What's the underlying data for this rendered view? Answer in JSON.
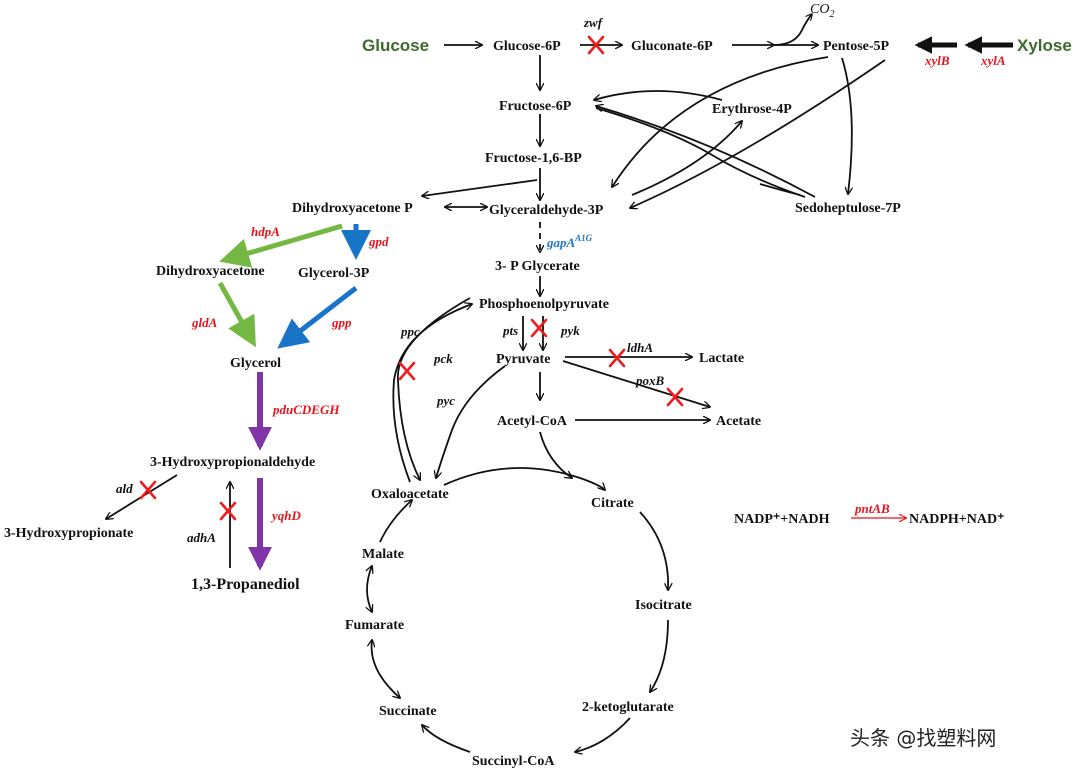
{
  "metabolites": {
    "glucose": "Glucose",
    "xylose": "Xylose",
    "glucose_6p": "Glucose-6P",
    "gluconate_6p": "Gluconate-6P",
    "pentose_5p": "Pentose-5P",
    "co2": "CO",
    "co2_sub": "2",
    "fructose_6p": "Fructose-6P",
    "erythrose_4p": "Erythrose-4P",
    "fructose_16bp": "Fructose-1,6-BP",
    "dhap": "Dihydroxyacetone P",
    "g3p": "Glyceraldehyde-3P",
    "sedoheptulose_7p": "Sedoheptulose-7P",
    "dha": "Dihydroxyacetone",
    "glycerol_3p": "Glycerol-3P",
    "glycerol": "Glycerol",
    "p3_glycerate": "3- P Glycerate",
    "pep": "Phosphoenolpyruvate",
    "pyruvate": "Pyruvate",
    "lactate": "Lactate",
    "acetate": "Acetate",
    "acetyl_coa": "Acetyl-CoA",
    "hpa": "3-Hydroxypropionaldehyde",
    "hp": "3-Hydroxypropionate",
    "pdo": "1,3-Propanediol",
    "oxaloacetate": "Oxaloacetate",
    "citrate": "Citrate",
    "malate": "Malate",
    "isocitrate": "Isocitrate",
    "fumarate": "Fumarate",
    "ketoglutarate": "2-ketoglutarate",
    "succinate": "Succinate",
    "succinyl_coa": "Succinyl-CoA"
  },
  "genes": {
    "zwf": "zwf",
    "xylB": "xylB",
    "xylA": "xylA",
    "hdpA": "hdpA",
    "gpd": "gpd",
    "gldA": "gldA",
    "gpp": "gpp",
    "gapA": "gapA",
    "gapA_sup": "A1G",
    "pduCDEGH": "pduCDEGH",
    "yqhD": "yqhD",
    "ald": "ald",
    "adhA": "adhA",
    "ppc": "ppc",
    "pck": "pck",
    "pts": "pts",
    "pyk": "pyk",
    "pyc": "pyc",
    "ldhA": "ldhA",
    "poxB": "poxB",
    "pntAB": "pntAB"
  },
  "cofactor_reaction": {
    "left": "NADP⁺+NADH",
    "right": "NADPH+NAD⁺"
  },
  "watermark": "头条 @找塑料网",
  "colors": {
    "sugar_green": "#3d6b2c",
    "gene_red": "#e8141b",
    "gene_blue": "#1f78c8",
    "green_arrow": "#74b843",
    "blue_arrow": "#1874c7",
    "purple_arrow": "#7f35a8",
    "knockout_red": "#ee1c1c"
  }
}
